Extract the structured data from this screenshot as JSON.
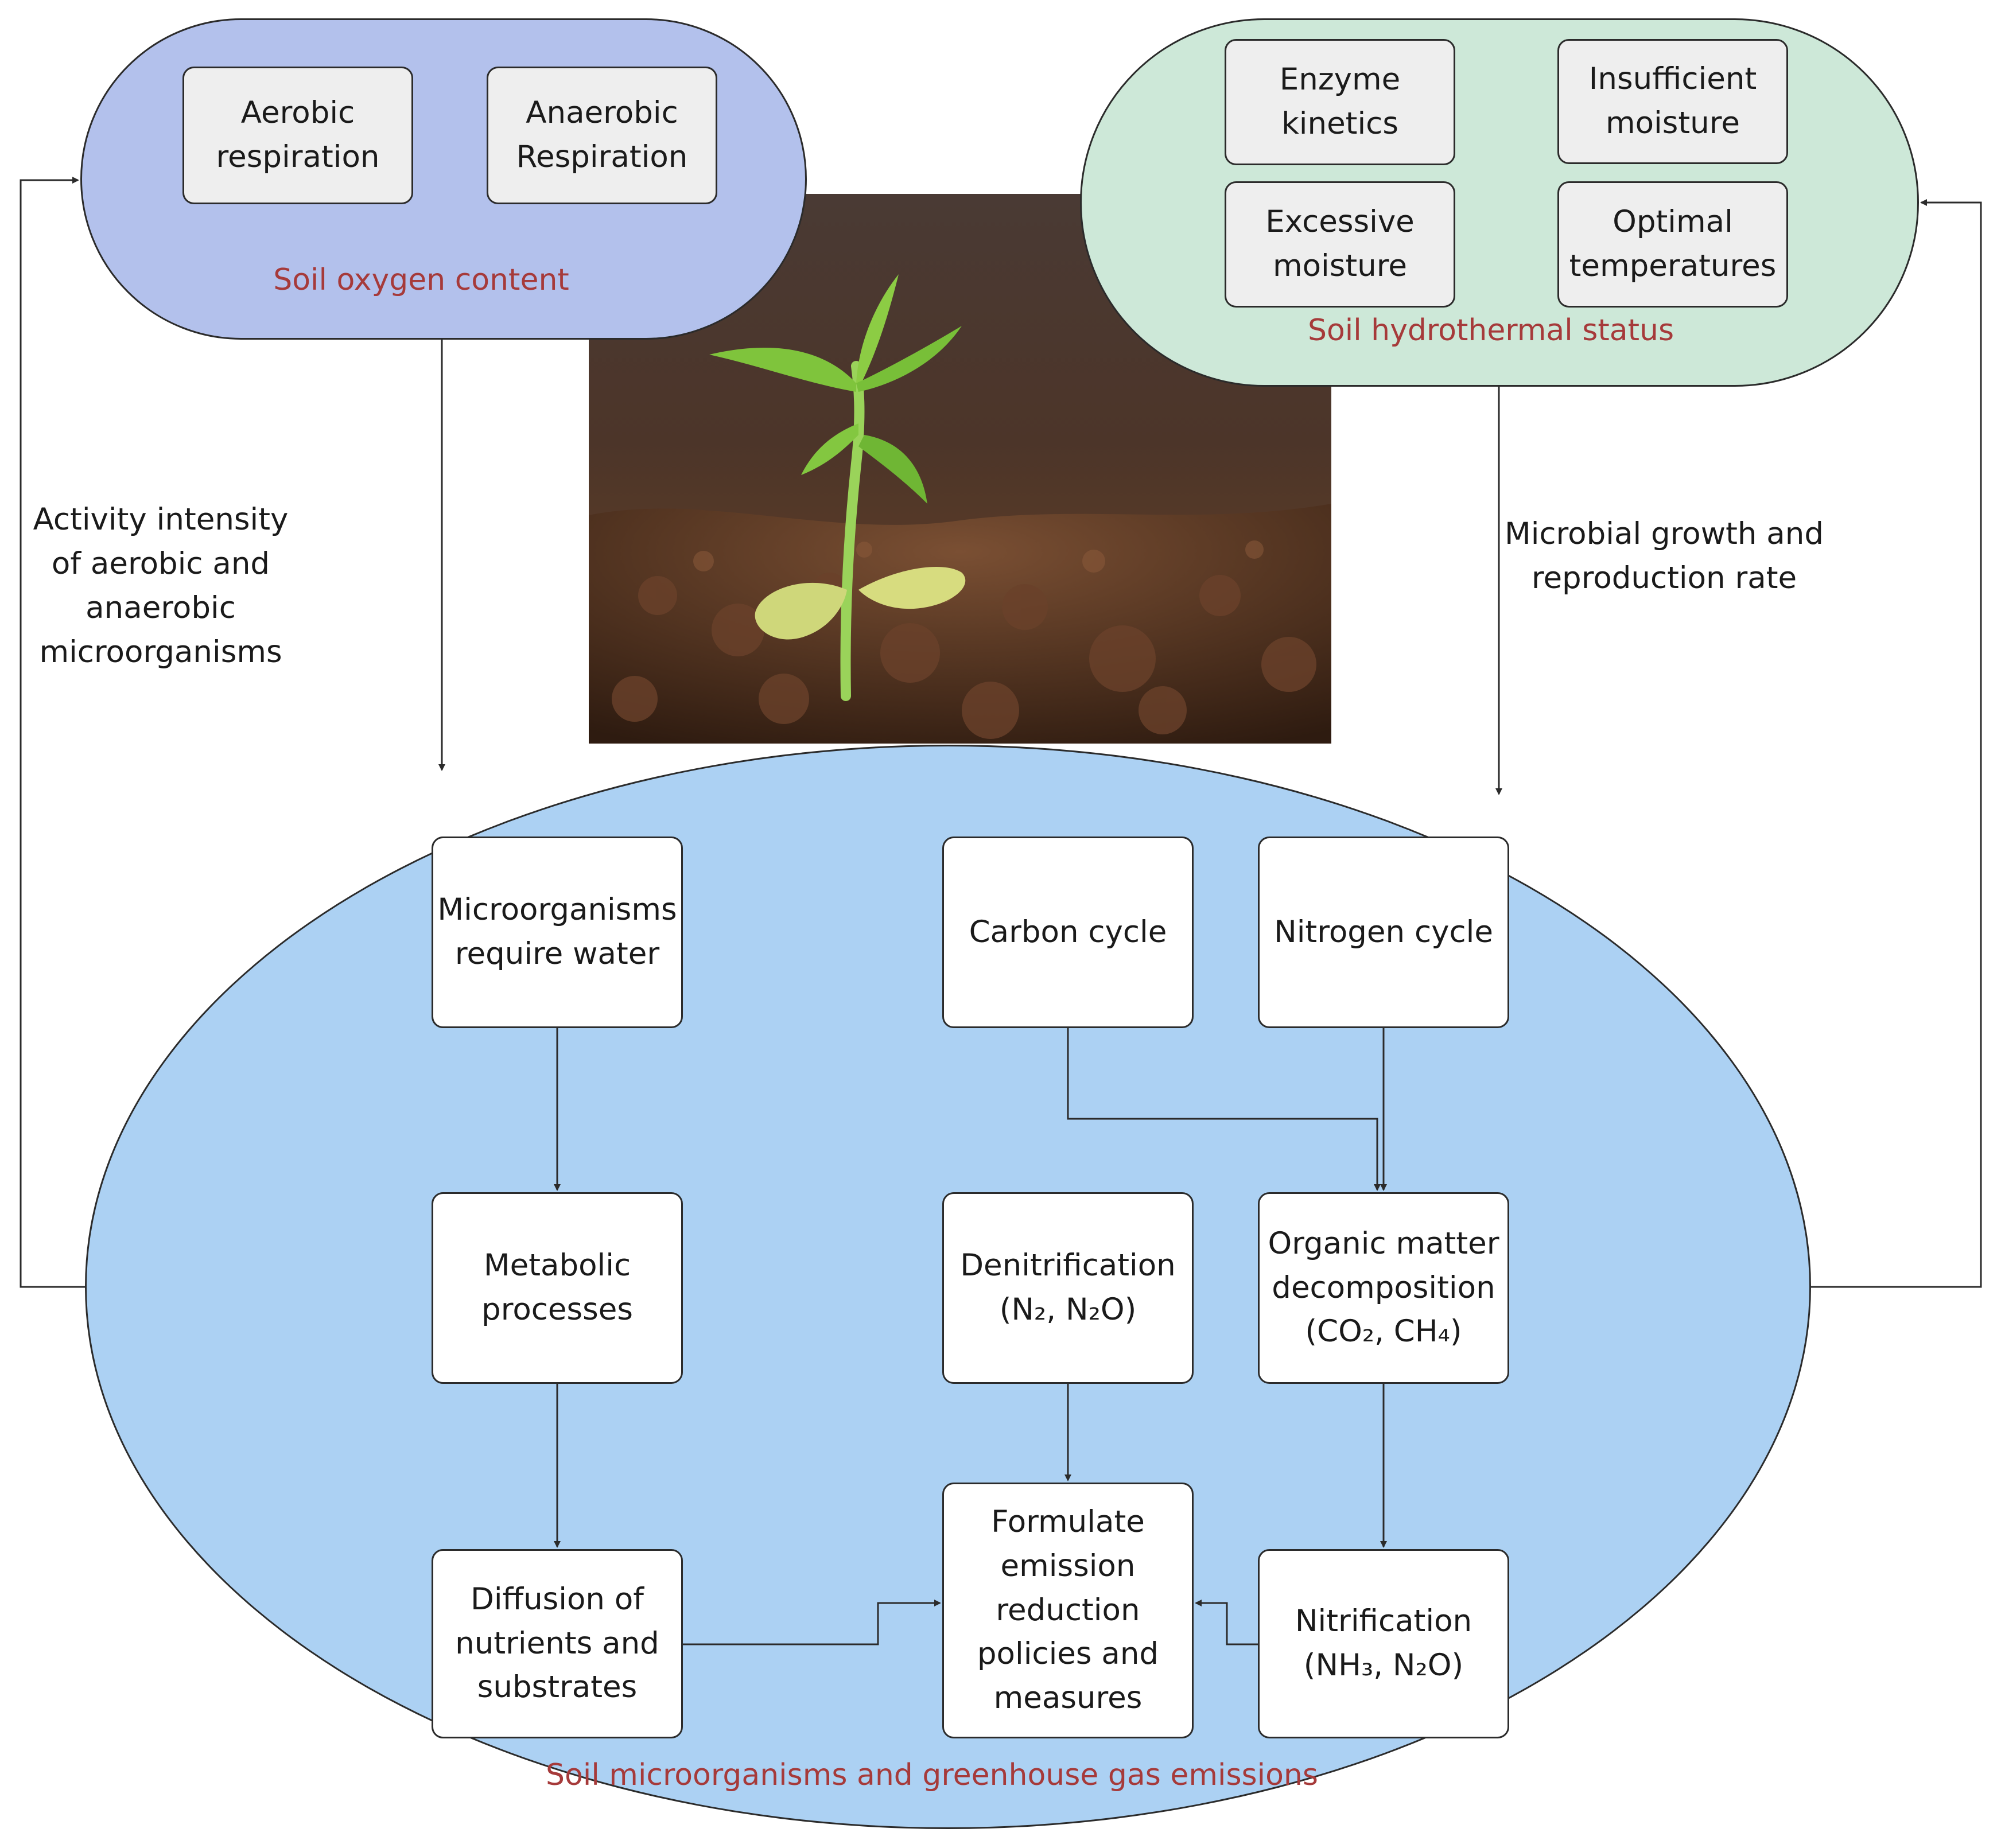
{
  "regions": {
    "oxygen": {
      "title": "Soil oxygen content",
      "boxes": [
        "Aerobic\nrespiration",
        "Anaerobic\nRespiration"
      ]
    },
    "hydrothermal": {
      "title": "Soil hydrothermal status",
      "boxes": [
        "Enzyme\nkinetics",
        "Insufficient\nmoisture",
        "Excessive\nmoisture",
        "Optimal\ntemperatures"
      ]
    },
    "soil": {
      "title": "Soil microorganisms and greenhouse gas emissions",
      "boxes": {
        "microorganisms_water": "Microorganisms\nrequire water",
        "carbon_cycle": "Carbon cycle",
        "nitrogen_cycle": "Nitrogen cycle",
        "metabolic": "Metabolic\nprocesses",
        "denitrification": "Denitrification\n(N₂, N₂O)",
        "organic_matter": "Organic matter\ndecomposition\n(CO₂, CH₄)",
        "diffusion": "Diffusion of\nnutrients and\nsubstrates",
        "policies": "Formulate\nemission\nreduction\npolicies and\nmeasures",
        "nitrification": "Nitrification\n(NH₃, N₂O)"
      }
    }
  },
  "side_labels": {
    "left": "Activity intensity\nof aerobic and\nanaerobic\nmicroorganisms",
    "right": "Microbial growth and\nreproduction rate"
  },
  "colors": {
    "oxygen_fill": "#b3c1ec",
    "hydro_fill": "#cde8d8",
    "soil_fill": "#acd1f3",
    "title_red": "#a63a3a",
    "box_grey": "#eeeeee",
    "line": "#2b2b2b"
  }
}
